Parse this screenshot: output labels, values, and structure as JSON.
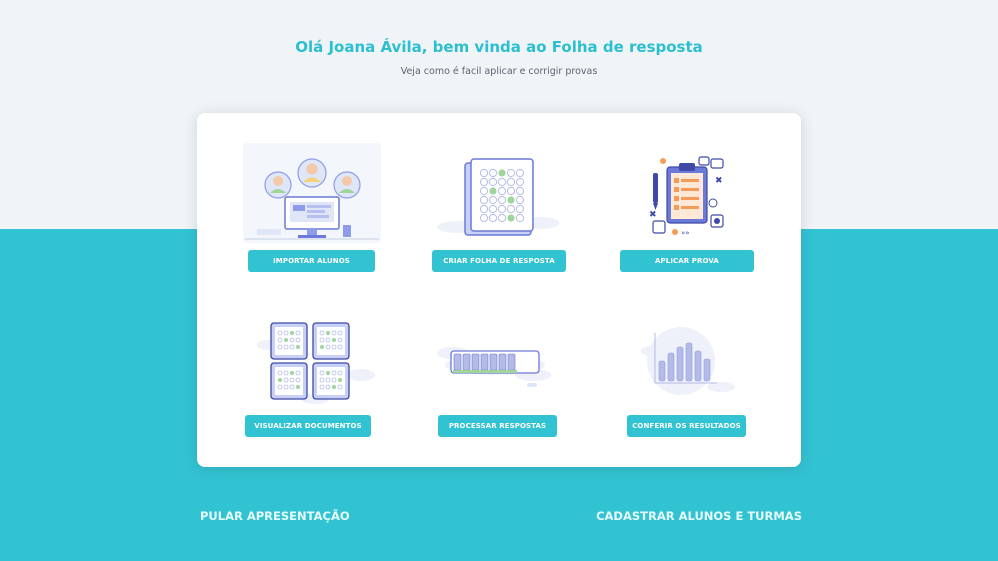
{
  "header": {
    "greeting": "Olá Joana Ávila, bem vinda ao Folha de resposta",
    "subtitle": "Veja como é facil aplicar e corrigir provas"
  },
  "actions": [
    {
      "label": "IMPORTAR ALUNOS",
      "icon": "import-students-illustration"
    },
    {
      "label": "CRIAR FOLHA DE RESPOSTA",
      "icon": "answer-sheet-illustration"
    },
    {
      "label": "APLICAR PROVA",
      "icon": "clipboard-exam-illustration"
    },
    {
      "label": "VISUALIZAR DOCUMENTOS",
      "icon": "documents-grid-illustration"
    },
    {
      "label": "PROCESSAR RESPOSTAS",
      "icon": "progress-bar-illustration"
    },
    {
      "label": "CONFERIR OS RESULTADOS",
      "icon": "bar-chart-illustration"
    }
  ],
  "footer": {
    "skip_label": "PULAR APRESENTAÇÃO",
    "register_label": "CADASTRAR ALUNOS E TURMAS"
  },
  "colors": {
    "accent": "#32c3d3",
    "title": "#2bbfd0",
    "background": "#f0f4f7",
    "illustration_blue": "#8f9be8",
    "illustration_green": "#9fd49a"
  }
}
